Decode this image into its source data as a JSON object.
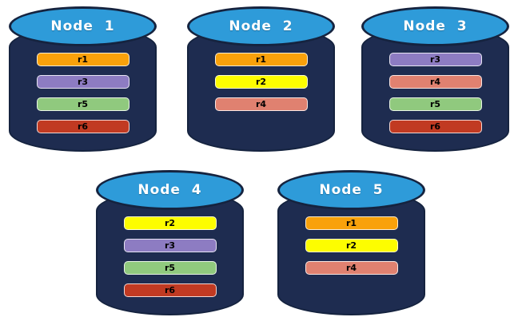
{
  "palette": {
    "cylinder_body": "#1E2C50",
    "cylinder_outline": "#15233F",
    "cylinder_top": "#2E9BD9",
    "bar_text": "#000000",
    "title_text": "#FFFFFF"
  },
  "replica_colors": {
    "r1": "#F9A10B",
    "r2": "#FDFD00",
    "r3": "#8D7CC2",
    "r4": "#E08170",
    "r5": "#90C97E",
    "r6": "#C13A22"
  },
  "nodes": [
    {
      "label": "Node  1",
      "replicas": [
        {
          "label": "r1",
          "color": "#F9A10B"
        },
        {
          "label": "r3",
          "color": "#8D7CC2"
        },
        {
          "label": "r5",
          "color": "#90C97E"
        },
        {
          "label": "r6",
          "color": "#C13A22"
        }
      ]
    },
    {
      "label": "Node  2",
      "replicas": [
        {
          "label": "r1",
          "color": "#F9A10B"
        },
        {
          "label": "r2",
          "color": "#FDFD00"
        },
        {
          "label": "r4",
          "color": "#E08170"
        }
      ]
    },
    {
      "label": "Node  3",
      "replicas": [
        {
          "label": "r3",
          "color": "#8D7CC2"
        },
        {
          "label": "r4",
          "color": "#E08170"
        },
        {
          "label": "r5",
          "color": "#90C97E"
        },
        {
          "label": "r6",
          "color": "#C13A22"
        }
      ]
    },
    {
      "label": "Node  4",
      "replicas": [
        {
          "label": "r2",
          "color": "#FDFD00"
        },
        {
          "label": "r3",
          "color": "#8D7CC2"
        },
        {
          "label": "r5",
          "color": "#90C97E"
        },
        {
          "label": "r6",
          "color": "#C13A22"
        }
      ]
    },
    {
      "label": "Node  5",
      "replicas": [
        {
          "label": "r1",
          "color": "#F9A10B"
        },
        {
          "label": "r2",
          "color": "#FDFD00"
        },
        {
          "label": "r4",
          "color": "#E08170"
        }
      ]
    }
  ]
}
